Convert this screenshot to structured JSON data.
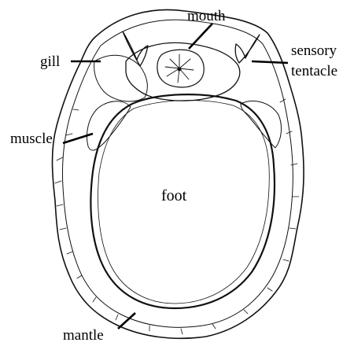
{
  "labels": {
    "mouth": "mouth",
    "gill": "gill",
    "sensory_line1": "sensory",
    "sensory_line2": "tentacle",
    "muscle": "muscle",
    "foot": "foot",
    "mantle": "mantle"
  },
  "colors": {
    "ink": "#111111",
    "stipple": "#333333",
    "background": "#ffffff"
  }
}
